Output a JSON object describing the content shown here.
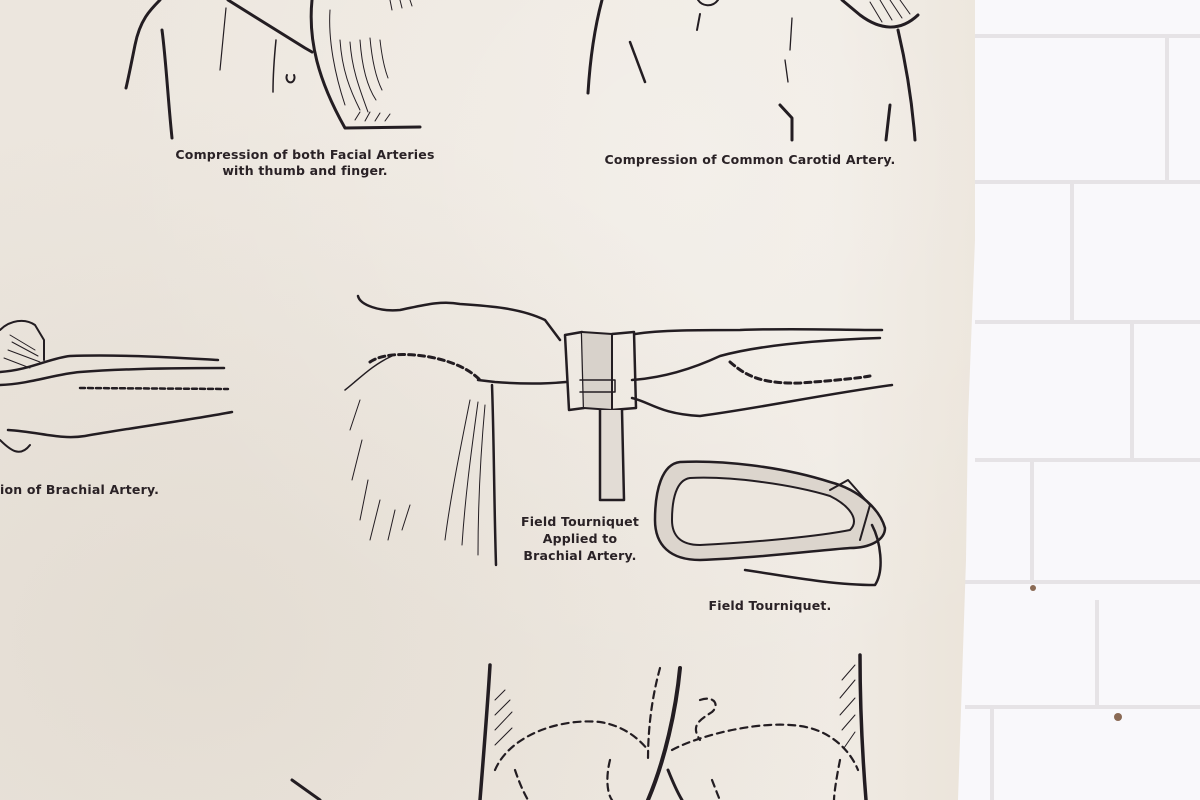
{
  "scene": {
    "description": "Vintage first-aid wall chart showing arterial compression points, hung against a white-painted brick wall",
    "colors": {
      "paper": "#ede7df",
      "ink": "#231d22",
      "wall": "#f9f8fb",
      "mortar": "#e6e3e6"
    }
  },
  "poster": {
    "captions": {
      "facial": "Compression of both Facial Arteries",
      "facial_line2": "with thumb and finger.",
      "carotid": "Compression of Common Carotid Artery.",
      "brachial": "ion of Brachial Artery.",
      "tourniquet_applied_1": "Field Tourniquet",
      "tourniquet_applied_2": "Applied to",
      "tourniquet_applied_3": "Brachial Artery.",
      "tourniquet": "Field Tourniquet."
    },
    "illustrations": [
      {
        "id": "facial-arteries",
        "label": "Compression of both Facial Arteries with thumb and finger."
      },
      {
        "id": "carotid-artery",
        "label": "Compression of Common Carotid Artery."
      },
      {
        "id": "brachial-artery",
        "label": "Compression of Brachial Artery (partially cropped)."
      },
      {
        "id": "tourniquet-applied",
        "label": "Field Tourniquet Applied to Brachial Artery."
      },
      {
        "id": "field-tourniquet",
        "label": "Field Tourniquet."
      },
      {
        "id": "pelvis-arteries",
        "label": "Pelvic / femoral arteries (partially cropped)"
      }
    ]
  }
}
